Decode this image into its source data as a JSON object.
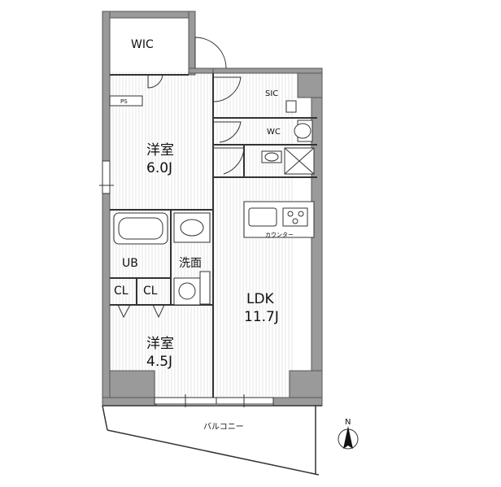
{
  "rooms": {
    "wic": "WIC",
    "ps": "PS",
    "sic": "SIC",
    "wc": "WC",
    "bedroom1_name": "洋室",
    "bedroom1_size": "6.0J",
    "bedroom2_name": "洋室",
    "bedroom2_size": "4.5J",
    "ub": "UB",
    "washroom": "洗面",
    "cl1": "CL",
    "cl2": "CL",
    "ldk_name": "LDK",
    "ldk_size": "11.7J",
    "counter": "カウンター",
    "balcony": "バルコニー"
  },
  "compass": {
    "north": "N"
  },
  "colors": {
    "wall": "#9a9a9a",
    "line": "#333333",
    "floor_hatch": "#dcdcdc"
  }
}
